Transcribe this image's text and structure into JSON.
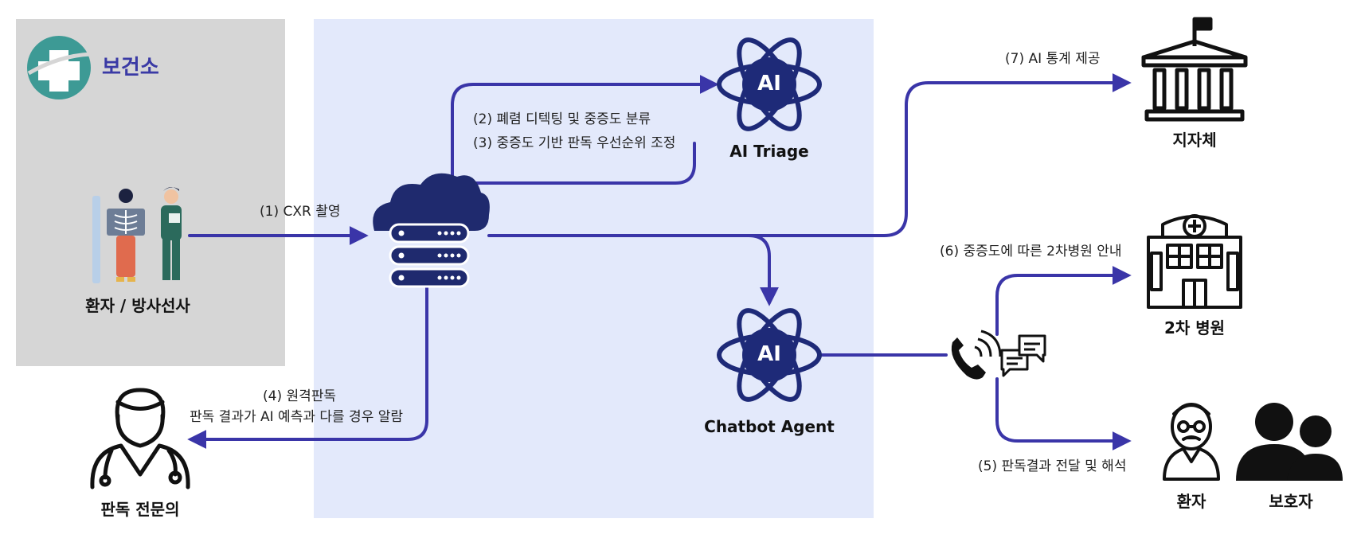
{
  "colors": {
    "arrow": "#3a35a8",
    "clinic_panel": "#d6d6d6",
    "system_panel": "#e3e9fb",
    "ai_icon": "#1e2a78",
    "cloud": "#1f2a6e",
    "clinic_logo": "#3d9a95"
  },
  "clinic": {
    "title": "보건소",
    "logo_icon": "medical-cross-icon"
  },
  "nodes": {
    "patient_radiographer": {
      "label": "환자 / 방사선사",
      "icon": "xray-people-icon"
    },
    "cloud_server": {
      "icon": "cloud-server-icon"
    },
    "ai_triage": {
      "label": "AI Triage",
      "icon_text": "AI",
      "icon": "ai-atom-icon"
    },
    "chatbot_agent": {
      "label": "Chatbot Agent",
      "icon_text": "AI",
      "icon": "ai-atom-icon"
    },
    "specialist": {
      "label": "판독 전문의",
      "icon": "doctor-icon"
    },
    "local_gov": {
      "label": "지자체",
      "icon": "government-building-icon"
    },
    "secondary_hospital": {
      "label": "2차 병원",
      "icon": "hospital-icon"
    },
    "patient": {
      "label": "환자",
      "icon": "elderly-patient-icon"
    },
    "guardian": {
      "label": "보호자",
      "icon": "guardian-people-icon"
    },
    "contact": {
      "icons": [
        "phone-icon",
        "chat-bubbles-icon"
      ]
    }
  },
  "edges": {
    "step1": "(1) CXR 촬영",
    "step2": "(2) 폐렴 디텍팅 및 중증도 분류",
    "step3": "(3) 중증도 기반 판독 우선순위 조정",
    "step4_line1": "(4) 원격판독",
    "step4_line2": "판독 결과가 AI 예측과 다를 경우 알람",
    "step5": "(5) 판독결과 전달 및 해석",
    "step6": "(6) 중증도에 따른 2차병원 안내",
    "step7": "(7) AI 통계 제공"
  }
}
